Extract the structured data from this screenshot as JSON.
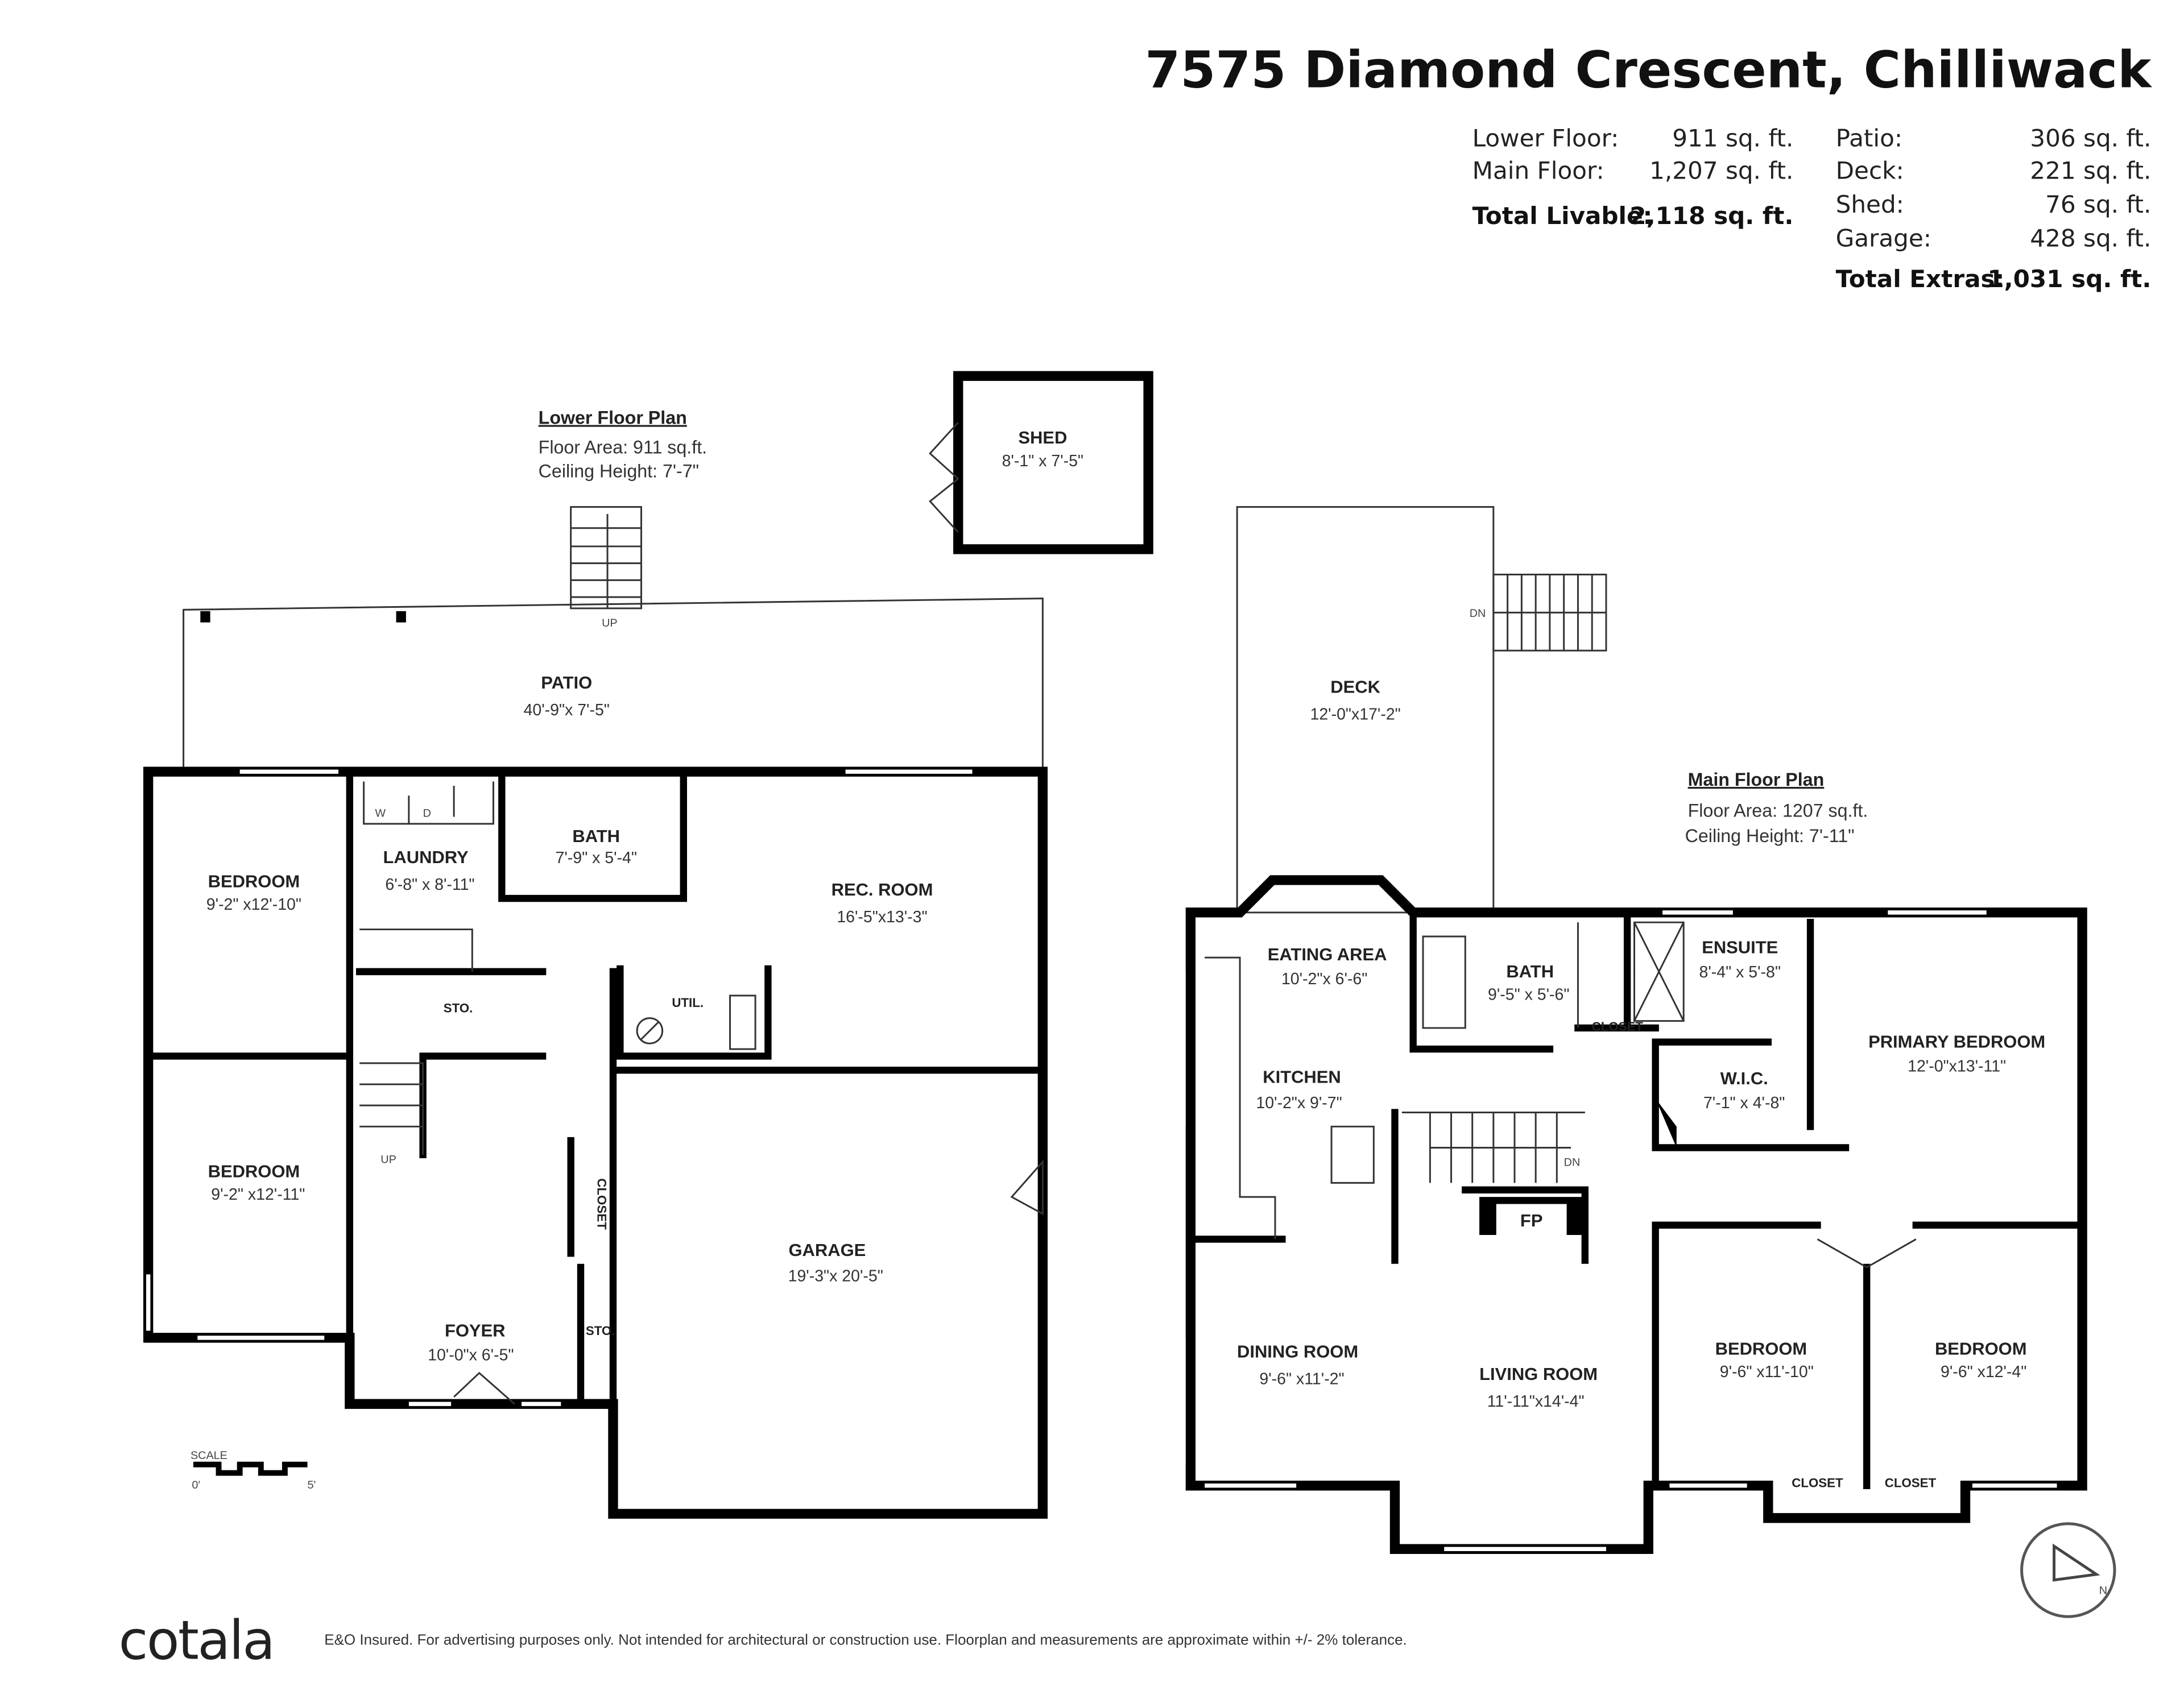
{
  "header": {
    "address": "7575 Diamond Crescent, Chilliwack",
    "livable": [
      {
        "label": "Lower Floor:",
        "value": "911 sq. ft."
      },
      {
        "label": "Main Floor:",
        "value": "1,207 sq. ft."
      }
    ],
    "total_livable": {
      "label": "Total Livable:",
      "value": "2,118 sq. ft."
    },
    "extras": [
      {
        "label": "Patio:",
        "value": "306 sq. ft."
      },
      {
        "label": "Deck:",
        "value": "221 sq. ft."
      },
      {
        "label": "Shed:",
        "value": "76 sq. ft."
      },
      {
        "label": "Garage:",
        "value": "428 sq. ft."
      }
    ],
    "total_extras": {
      "label": "Total Extras:",
      "value": "1,031 sq. ft."
    }
  },
  "lower_plan": {
    "heading": "Lower Floor Plan",
    "area": "Floor Area: 911 sq.ft.",
    "ceiling": "Ceiling Height: 7'-7\"",
    "rooms": [
      {
        "name": "SHED",
        "dim": "8'-1\" x 7'-5\""
      },
      {
        "name": "PATIO",
        "dim": "40'-9\"x 7'-5\""
      },
      {
        "name": "BEDROOM",
        "dim": "9'-2\" x12'-10\""
      },
      {
        "name": "LAUNDRY",
        "dim": "6'-8\" x 8'-11\""
      },
      {
        "name": "BATH",
        "dim": "7'-9\" x 5'-4\""
      },
      {
        "name": "REC. ROOM",
        "dim": "16'-5\"x13'-3\""
      },
      {
        "name": "STO.",
        "dim": ""
      },
      {
        "name": "UTIL.",
        "dim": ""
      },
      {
        "name": "BEDROOM",
        "dim": "9'-2\" x12'-11\""
      },
      {
        "name": "GARAGE",
        "dim": "19'-3\"x 20'-5\""
      },
      {
        "name": "FOYER",
        "dim": "10'-0\"x 6'-5\""
      },
      {
        "name": "STO.",
        "dim": ""
      }
    ],
    "labels": {
      "closet": "CLOSET",
      "up": "UP",
      "w": "W",
      "d": "D",
      "up2": "UP"
    },
    "scale": {
      "label": "SCALE",
      "min": "0'",
      "max": "5'"
    }
  },
  "main_plan": {
    "heading": "Main Floor Plan",
    "area": "Floor Area: 1207 sq.ft.",
    "ceiling": "Ceiling Height: 7'-11\"",
    "rooms": [
      {
        "name": "DECK",
        "dim": "12'-0\"x17'-2\""
      },
      {
        "name": "EATING AREA",
        "dim": "10'-2\"x 6'-6\""
      },
      {
        "name": "BATH",
        "dim": "9'-5\" x 5'-6\""
      },
      {
        "name": "ENSUITE",
        "dim": "8'-4\" x 5'-8\""
      },
      {
        "name": "KITCHEN",
        "dim": "10'-2\"x 9'-7\""
      },
      {
        "name": "W.I.C.",
        "dim": "7'-1\" x 4'-8\""
      },
      {
        "name": "PRIMARY BEDROOM",
        "dim": "12'-0\"x13'-11\""
      },
      {
        "name": "DINING ROOM",
        "dim": "9'-6\" x11'-2\""
      },
      {
        "name": "LIVING ROOM",
        "dim": "11'-11\"x14'-4\""
      },
      {
        "name": "BEDROOM",
        "dim": "9'-6\" x11'-10\""
      },
      {
        "name": "BEDROOM",
        "dim": "9'-6\" x12'-4\""
      }
    ],
    "labels": {
      "closet_bath": "CLOSET",
      "closet1": "CLOSET",
      "closet2": "CLOSET",
      "fp": "FP",
      "dn": "DN",
      "dn_deck": "DN"
    }
  },
  "compass": {
    "icon": "north-arrow-icon",
    "letter": "N"
  },
  "footer": {
    "logo": "cotala",
    "disclaimer": "E&O Insured. For advertising purposes only. Not intended for architectural or construction use. Floorplan and measurements are approximate within +/- 2% tolerance."
  }
}
